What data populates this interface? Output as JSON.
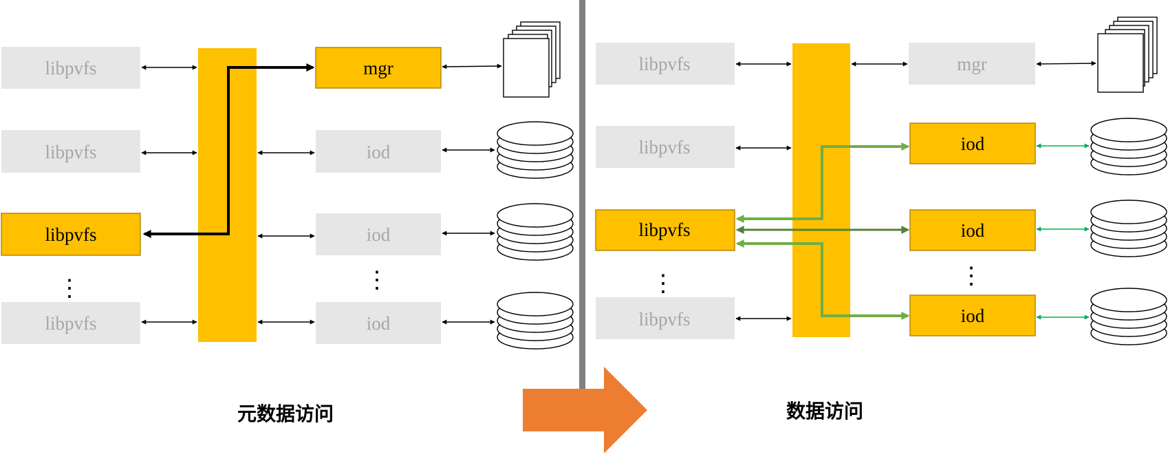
{
  "left_panel": {
    "caption": "元数据访问",
    "clients": [
      "libpvfs",
      "libpvfs",
      "libpvfs",
      "libpvfs"
    ],
    "client_ellipsis": "⋮",
    "manager": "mgr",
    "io_servers": [
      "iod",
      "iod",
      "iod"
    ],
    "server_ellipsis": "⋮",
    "active_client_index": 2
  },
  "right_panel": {
    "caption": "数据访问",
    "clients": [
      "libpvfs",
      "libpvfs",
      "libpvfs",
      "libpvfs"
    ],
    "client_ellipsis": "⋮",
    "manager": "mgr",
    "io_servers": [
      "iod",
      "iod",
      "iod"
    ],
    "server_ellipsis": "⋮",
    "active_client_index": 2
  },
  "colors": {
    "active_fill": "#FFC000",
    "active_stroke": "#B8860B",
    "inactive_fill": "#E6E6E6",
    "inactive_text": "#A6A6A6",
    "active_text": "#000000",
    "network_bar": "#FFC000",
    "metadata_path": "#000000",
    "data_path": "#70AD47",
    "data_path_dark": "#548235",
    "disk_link": "#00B050",
    "divider": "#808080",
    "transition_arrow": "#ED7D31"
  }
}
